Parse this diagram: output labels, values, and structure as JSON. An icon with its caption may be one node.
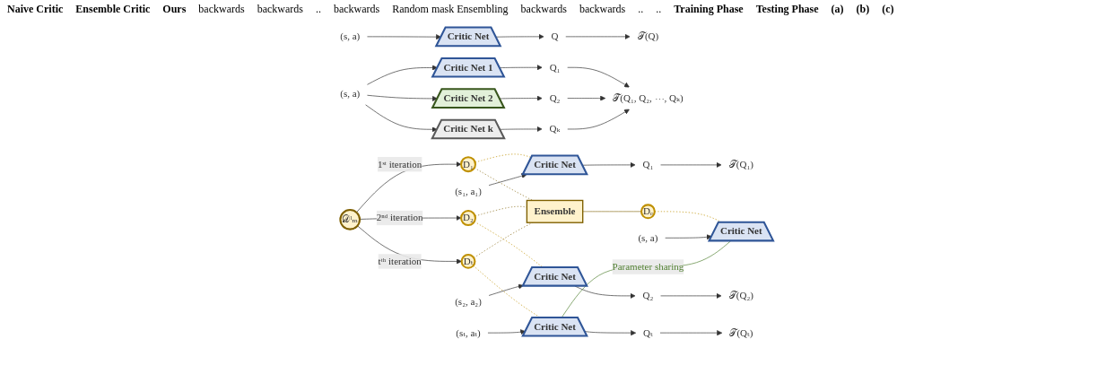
{
  "diagram": {
    "nodes": [
      {
        "text": [
          "𝒯(Q)"
        ]
      },
      {
        "text": [
          "Q"
        ]
      },
      {
        "text": [
          "Critic Net"
        ]
      },
      {
        "text": [
          "(s, a)"
        ]
      },
      {
        "text": [
          "𝒯̂(Q₁, Q₂, ⋯, Qₖ)"
        ]
      },
      {
        "text": [
          "Q₁"
        ]
      },
      {
        "text": [
          "Q₂"
        ]
      },
      {
        "text": [
          "Qₖ"
        ]
      },
      {
        "text": [
          "Critic Net 1"
        ]
      },
      {
        "text": [
          "Critic Net 2"
        ]
      },
      {
        "text": [
          "Critic Net k"
        ]
      },
      {
        "text": [
          "(s, a)"
        ]
      },
      {
        "text": [
          "𝒟ˡₘ"
        ]
      },
      {
        "text": [
          "D₁"
        ]
      },
      {
        "text": [
          "D₂"
        ]
      },
      {
        "text": [
          "Dₜ"
        ]
      },
      {
        "text": [
          "Critic Net"
        ]
      },
      {
        "text": [
          "Critic Net"
        ]
      },
      {
        "text": [
          "Critic Net"
        ]
      },
      {
        "text": [
          "Q₁"
        ]
      },
      {
        "text": [
          "𝒯(Q₁)"
        ]
      },
      {
        "text": [
          "Q₂"
        ]
      },
      {
        "text": [
          "𝒯(Q₂)"
        ]
      },
      {
        "text": [
          "Qₜ"
        ]
      },
      {
        "text": [
          "𝒯(Qₜ)"
        ]
      },
      {
        "text": [
          "(s₁, a₁)"
        ]
      },
      {
        "text": [
          "(s₂, a₂)"
        ]
      },
      {
        "text": [
          "(sₜ, aₜ)"
        ]
      },
      {
        "text": [
          "Ensemble"
        ]
      },
      {
        "text": [
          "Critic Net"
        ]
      },
      {
        "text": [
          "Dₑ"
        ]
      },
      {
        "text": [
          "(s, a)"
        ]
      }
    ],
    "edges": [
      {
        "from": 3,
        "to": 2,
        "arrow": "to"
      },
      {
        "from": 2,
        "to": 1,
        "arrow": "to"
      },
      {
        "from": 1,
        "to": 0,
        "arrow": "to"
      },
      {
        "from": 11,
        "to": 8,
        "arrow": "to"
      },
      {
        "from": 11,
        "to": 9,
        "arrow": "to"
      },
      {
        "from": 11,
        "to": 10,
        "arrow": "to"
      },
      {
        "from": 8,
        "to": 5,
        "arrow": "to"
      },
      {
        "from": 9,
        "to": 6,
        "arrow": "to"
      },
      {
        "from": 10,
        "to": 7,
        "arrow": "to"
      },
      {
        "from": 5,
        "to": 4,
        "arrow": "to"
      },
      {
        "from": 6,
        "to": 4,
        "arrow": "to"
      },
      {
        "from": 7,
        "to": 4,
        "arrow": "to"
      },
      {
        "from": 12,
        "to": 13,
        "label": "1ˢᵗ iteration",
        "arrow": "to"
      },
      {
        "from": 12,
        "to": 14,
        "label": "2ⁿᵈ iteration",
        "arrow": "to"
      },
      {
        "from": 12,
        "to": 15,
        "label": "tᵗʰ iteration",
        "arrow": "to"
      },
      {
        "from": 13,
        "to": 16,
        "arrow": "none",
        "style": "dashed",
        "color": "#bf9000"
      },
      {
        "from": 14,
        "to": 17,
        "arrow": "none",
        "style": "dashed",
        "color": "#bf9000"
      },
      {
        "from": 15,
        "to": 18,
        "arrow": "none",
        "style": "dashed",
        "color": "#bf9000"
      },
      {
        "from": 25,
        "to": 16,
        "arrow": "to"
      },
      {
        "from": 26,
        "to": 17,
        "arrow": "to"
      },
      {
        "from": 27,
        "to": 18,
        "arrow": "to"
      },
      {
        "from": 16,
        "to": 19,
        "arrow": "to"
      },
      {
        "from": 19,
        "to": 20,
        "arrow": "to"
      },
      {
        "from": 17,
        "to": 21,
        "arrow": "to"
      },
      {
        "from": 21,
        "to": 22,
        "arrow": "to"
      },
      {
        "from": 18,
        "to": 23,
        "arrow": "to"
      },
      {
        "from": 23,
        "to": 24,
        "arrow": "to"
      },
      {
        "from": 13,
        "to": 28,
        "arrow": "none",
        "style": "dashed",
        "color": "#8b6f1e"
      },
      {
        "from": 14,
        "to": 28,
        "arrow": "none",
        "style": "dashed",
        "color": "#8b6f1e"
      },
      {
        "from": 15,
        "to": 28,
        "arrow": "none",
        "style": "dashed",
        "color": "#8b6f1e"
      },
      {
        "from": 28,
        "to": 30,
        "arrow": "none",
        "color": "#8b6f1e"
      },
      {
        "from": 30,
        "to": 29,
        "arrow": "none",
        "style": "dashed",
        "color": "#bf9000"
      },
      {
        "from": 31,
        "to": 29,
        "arrow": "to"
      },
      {
        "from": 18,
        "to": 29,
        "label": "Parameter sharing",
        "arrow": "none",
        "color": "#548235"
      }
    ],
    "labels": [
      "Naive Critic",
      "Ensemble Critic",
      "Ours",
      "backwards",
      "backwards",
      "..",
      "backwards",
      "Random mask Ensembling",
      "backwards",
      "backwards",
      "..",
      "..",
      "Training Phase",
      "Testing Phase",
      "(a)",
      "(b)",
      "(c)"
    ]
  }
}
